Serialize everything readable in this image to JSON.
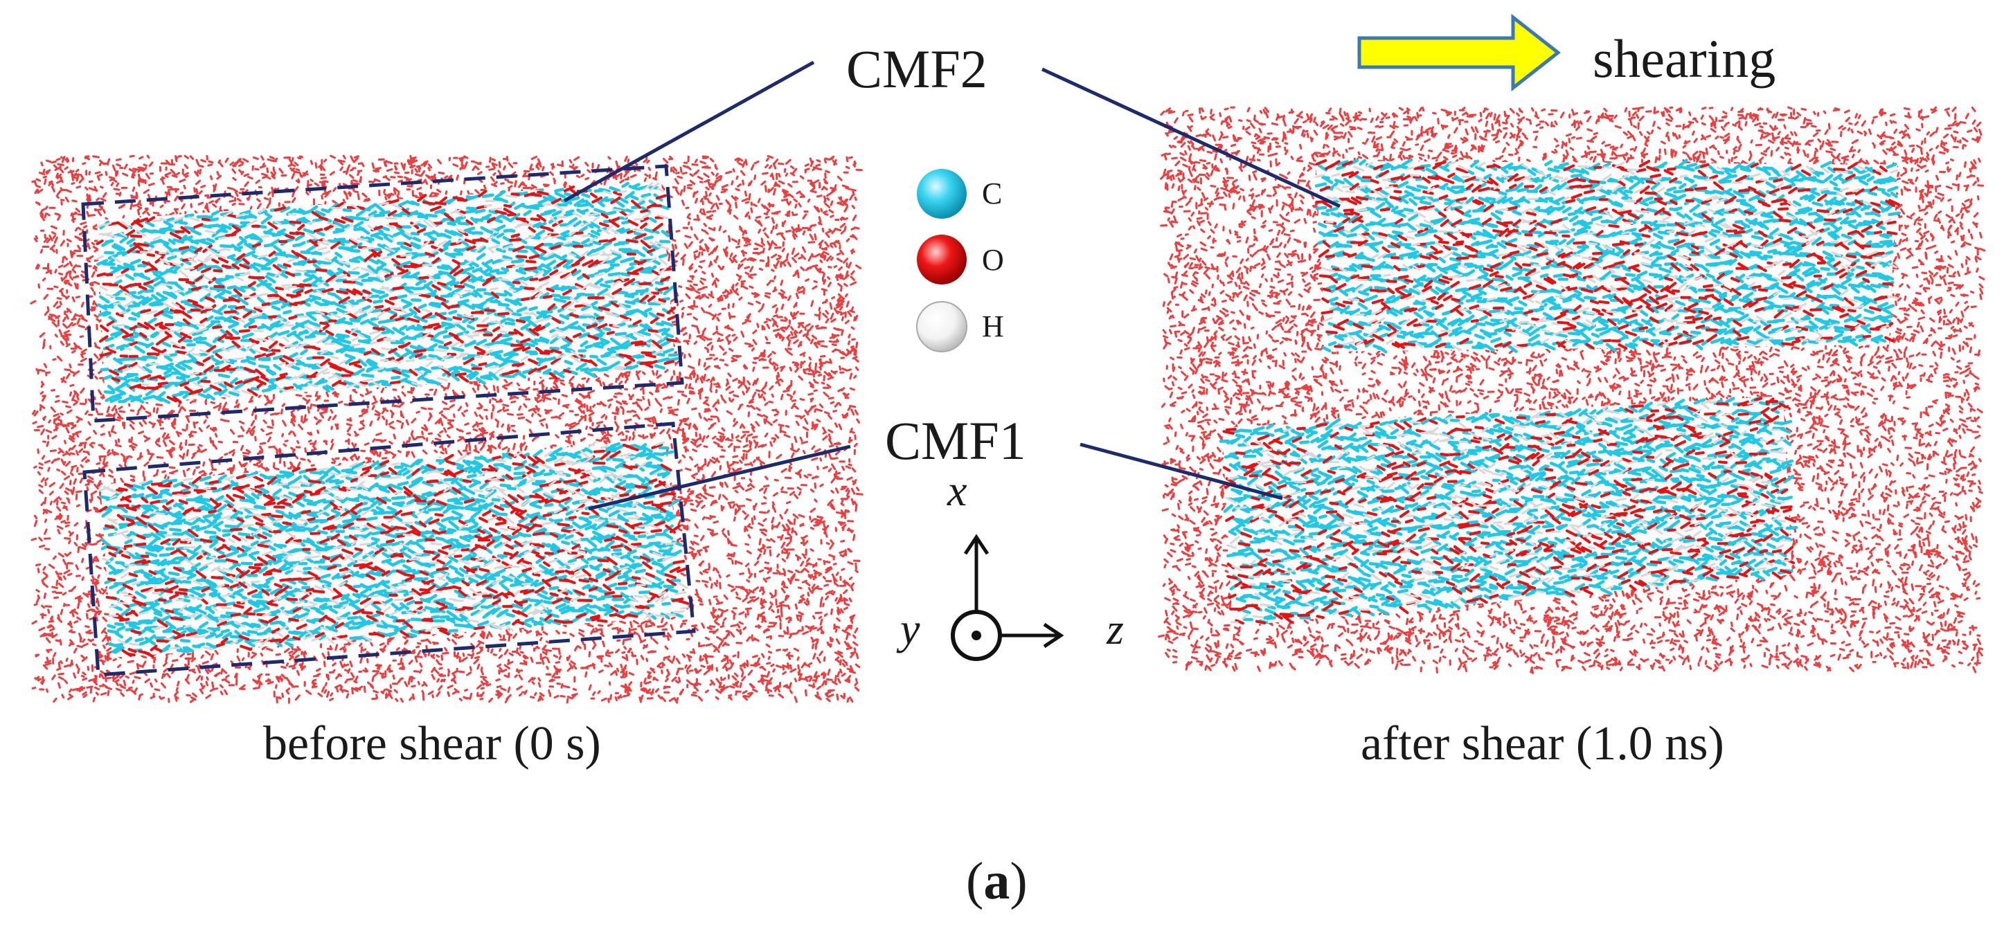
{
  "labels": {
    "cmf2": "CMF2",
    "cmf1": "CMF1",
    "shearing": "shearing",
    "before": "before shear (0 s)",
    "after": "after shear (1.0 ns)",
    "panel_open": "(",
    "panel_letter": "a",
    "panel_close": ")"
  },
  "legend": [
    {
      "symbol": "C",
      "color": "#1ec8e6"
    },
    {
      "symbol": "O",
      "color": "#e81010"
    },
    {
      "symbol": "H",
      "color": "#f0f0f0"
    }
  ],
  "axes": {
    "x": "x",
    "y": "y",
    "z": "z"
  },
  "colors": {
    "water": "#f03c3c",
    "carbon": "#1ec8e6",
    "oxygen": "#e81010",
    "hydrogen": "#f6f6f6",
    "callout_line": "#1c2a6e",
    "dashed_box": "#1c2a6e",
    "arrow_fill": "#ffff00",
    "arrow_stroke": "#3a78b8"
  },
  "icons": [
    "shear-direction-arrow",
    "out-of-plane-icon",
    "coordinate-axes"
  ]
}
